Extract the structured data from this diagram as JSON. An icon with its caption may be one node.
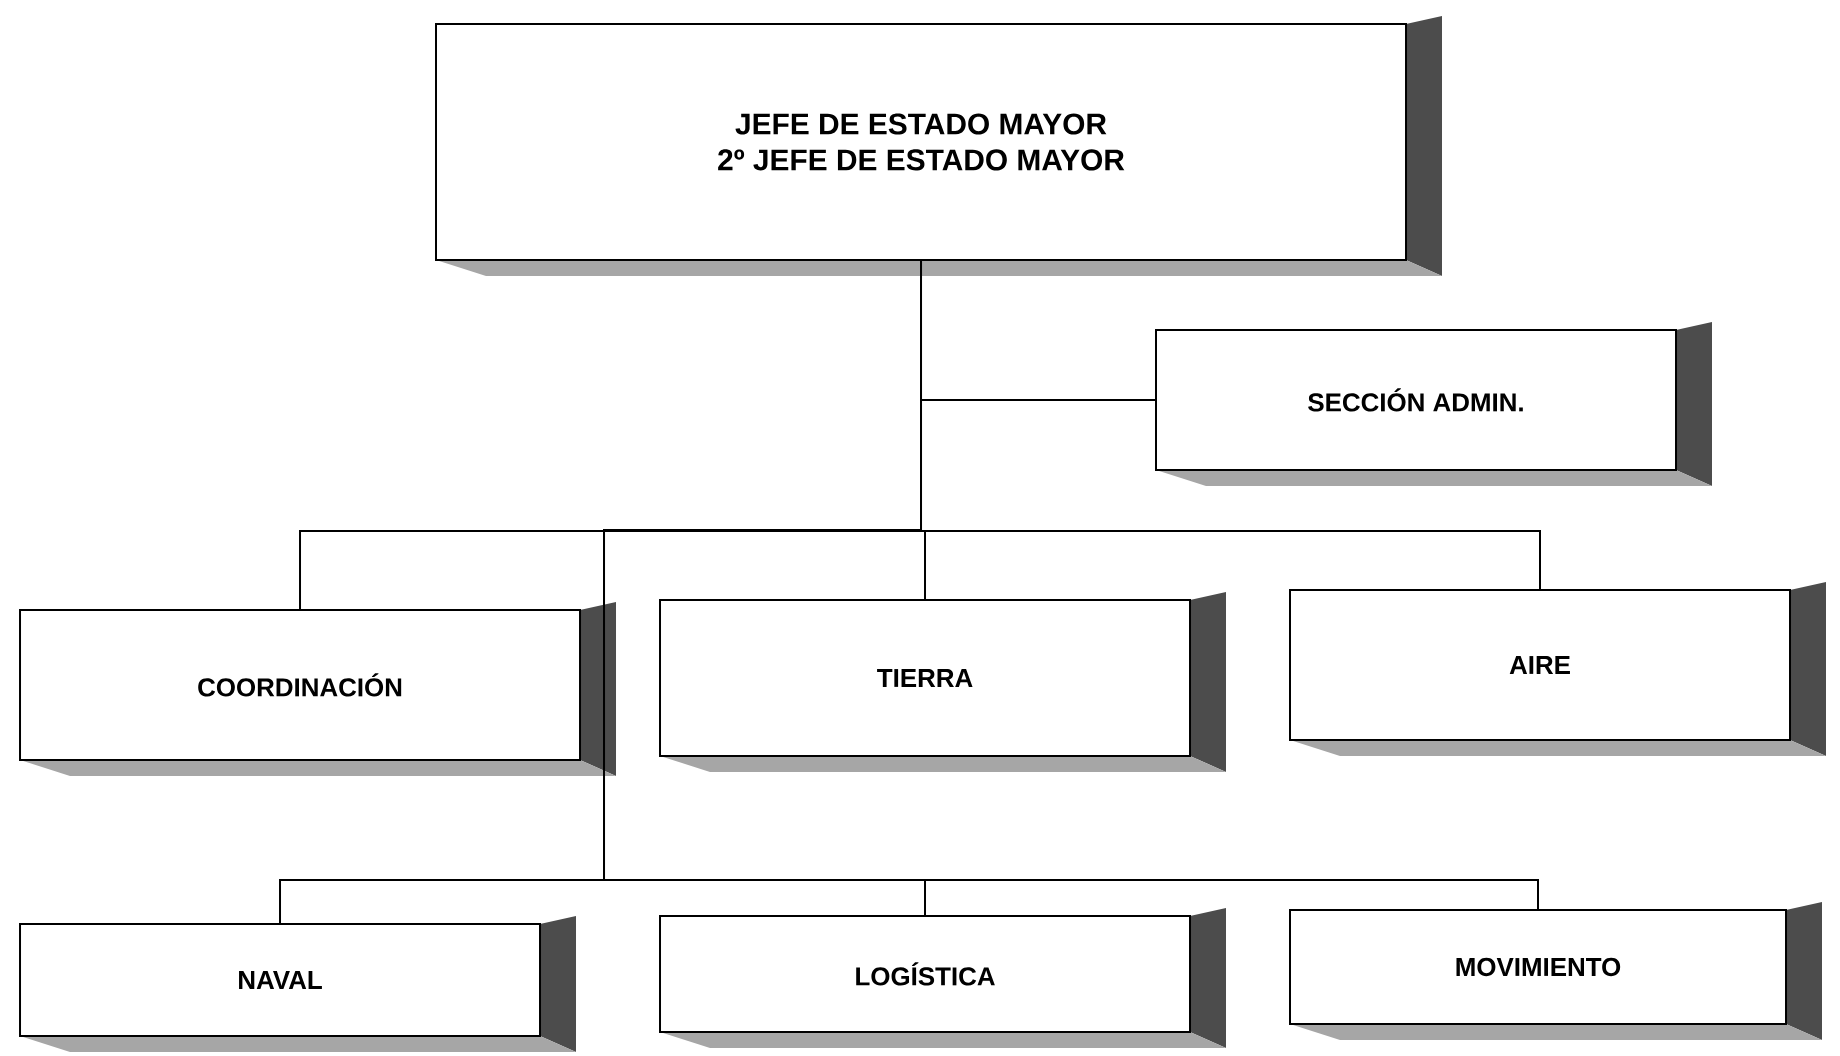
{
  "diagram": {
    "nodes": [
      {
        "text": [
          "JEFE DE ESTADO MAYOR",
          "2º JEFE DE ESTADO MAYOR"
        ]
      },
      {
        "text": [
          "SECCIÓN ADMIN."
        ]
      },
      {
        "text": [
          "COORDINACIÓN"
        ]
      },
      {
        "text": [
          "TIERRA"
        ]
      },
      {
        "text": [
          "AIRE"
        ]
      },
      {
        "text": [
          "NAVAL"
        ]
      },
      {
        "text": [
          "LOGÍSTICA"
        ]
      },
      {
        "text": [
          "MOVIMIENTO"
        ]
      }
    ],
    "edges": [
      {
        "from": 0,
        "to": 1,
        "arrow": "none"
      },
      {
        "from": 0,
        "to": 2,
        "arrow": "none"
      },
      {
        "from": 0,
        "to": 3,
        "arrow": "none"
      },
      {
        "from": 0,
        "to": 4,
        "arrow": "none"
      },
      {
        "from": 0,
        "to": 5,
        "arrow": "none"
      },
      {
        "from": 0,
        "to": 6,
        "arrow": "none"
      },
      {
        "from": 0,
        "to": 7,
        "arrow": "none"
      }
    ]
  }
}
